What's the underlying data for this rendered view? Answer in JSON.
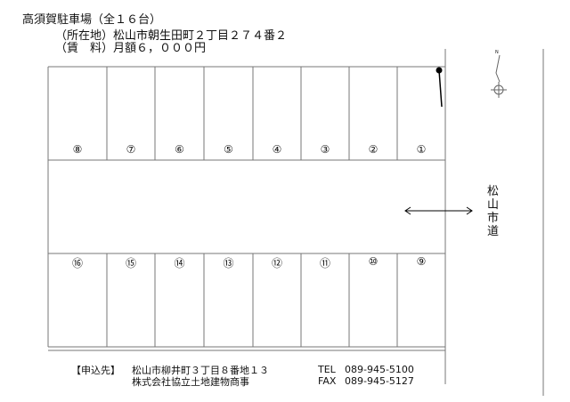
{
  "title": "高須賀駐車場（全１６台）",
  "location": "（所在地）松山市朝生田町２丁目２７４番２",
  "fee": "（賃　料）月額６，０００円",
  "road_label": "松山市道",
  "compass_label": "N",
  "top_spaces": [
    "⑧",
    "⑦",
    "⑥",
    "⑤",
    "④",
    "③",
    "②",
    "①"
  ],
  "bottom_spaces": [
    "⑯",
    "⑮",
    "⑭",
    "⑬",
    "⑫",
    "⑪",
    "⑩",
    "⑨"
  ],
  "contact": {
    "label": "【申込先】",
    "address": "松山市柳井町３丁目８番地１３",
    "company": "株式会社協立土地建物商事",
    "tel_label": "TEL",
    "tel": "089-945-5100",
    "fax_label": "FAX",
    "fax": "089-945-5127"
  }
}
